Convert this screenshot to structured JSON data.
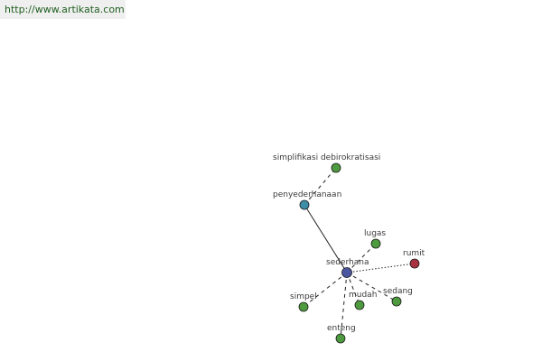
{
  "banner": {
    "url": "http://www.artikata.com"
  },
  "graph": {
    "center": "sederhana",
    "nodes": [
      {
        "id": "sederhana",
        "label": "sederhana",
        "color": "#4a56a0",
        "role": "center"
      },
      {
        "id": "penyederhanaan",
        "label": "penyederhanaan",
        "color": "#3e8ea8"
      },
      {
        "id": "simplifikasi",
        "label": "simplifikasi debirokratisasi",
        "color": "#4e9a3e"
      },
      {
        "id": "lugas",
        "label": "lugas",
        "color": "#4e9a3e"
      },
      {
        "id": "rumit",
        "label": "rumit",
        "color": "#a83242"
      },
      {
        "id": "simpel",
        "label": "simpel",
        "color": "#4e9a3e"
      },
      {
        "id": "mudah",
        "label": "mudah",
        "color": "#4e9a3e"
      },
      {
        "id": "sedang",
        "label": "sedang",
        "color": "#4e9a3e"
      },
      {
        "id": "enteng",
        "label": "enteng",
        "color": "#4e9a3e"
      }
    ],
    "edges": [
      {
        "from": "sederhana",
        "to": "penyederhanaan",
        "style": "solid"
      },
      {
        "from": "penyederhanaan",
        "to": "simplifikasi",
        "style": "dashed"
      },
      {
        "from": "sederhana",
        "to": "lugas",
        "style": "dashed"
      },
      {
        "from": "sederhana",
        "to": "rumit",
        "style": "dotted"
      },
      {
        "from": "sederhana",
        "to": "simpel",
        "style": "dashed"
      },
      {
        "from": "sederhana",
        "to": "mudah",
        "style": "dashed"
      },
      {
        "from": "sederhana",
        "to": "sedang",
        "style": "dashed"
      },
      {
        "from": "sederhana",
        "to": "enteng",
        "style": "dashed"
      }
    ]
  }
}
